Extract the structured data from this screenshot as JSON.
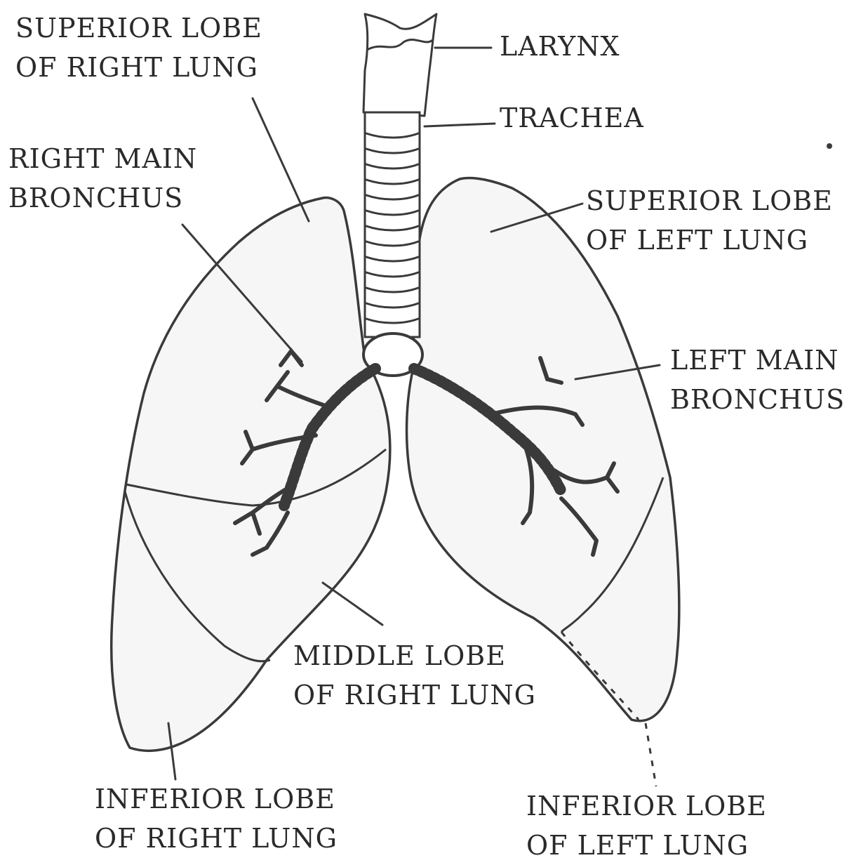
{
  "labels": {
    "larynx": "LARYNX",
    "trachea": "TRACHEA",
    "superior_right": [
      "SUPERIOR LOBE",
      "OF RIGHT LUNG"
    ],
    "right_main_bronchus": [
      "RIGHT MAIN",
      "BRONCHUS"
    ],
    "superior_left": [
      "SUPERIOR LOBE",
      "OF LEFT LUNG"
    ],
    "left_main_bronchus": [
      "LEFT MAIN",
      "BRONCHUS"
    ],
    "middle_right": [
      "MIDDLE LOBE",
      "OF RIGHT LUNG"
    ],
    "inferior_right": [
      "INFERIOR LOBE",
      "OF RIGHT LUNG"
    ],
    "inferior_left": [
      "INFERIOR LOBE",
      "OF LEFT LUNG"
    ]
  }
}
